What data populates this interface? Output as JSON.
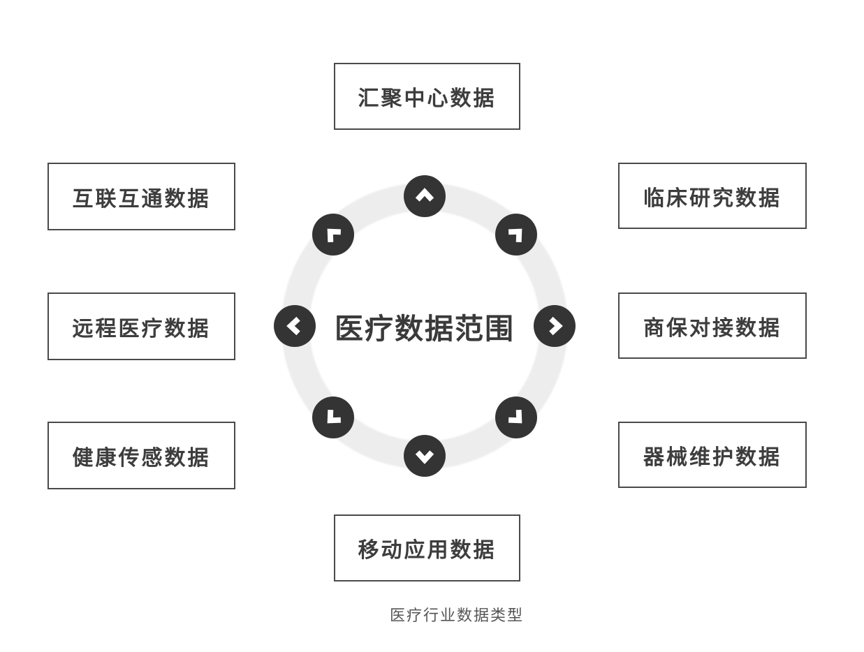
{
  "diagram": {
    "center_label": "医疗数据范围",
    "caption": "医疗行业数据类型",
    "nodes": [
      {
        "id": "top",
        "label": "汇聚中心数据",
        "icon": "chevron-up-icon"
      },
      {
        "id": "top-right",
        "label": "临床研究数据",
        "icon": "chevron-up-right-icon"
      },
      {
        "id": "right",
        "label": "商保对接数据",
        "icon": "chevron-right-icon"
      },
      {
        "id": "bottom-right",
        "label": "器械维护数据",
        "icon": "chevron-down-right-icon"
      },
      {
        "id": "bottom",
        "label": "移动应用数据",
        "icon": "chevron-down-icon"
      },
      {
        "id": "bottom-left",
        "label": "健康传感数据",
        "icon": "chevron-down-left-icon"
      },
      {
        "id": "left",
        "label": "远程医疗数据",
        "icon": "chevron-left-icon"
      },
      {
        "id": "top-left",
        "label": "互联互通数据",
        "icon": "chevron-up-left-icon"
      }
    ],
    "colors": {
      "background": "#ffffff",
      "box_border": "#4a4a4a",
      "box_text": "#3d3d3d",
      "ring": "#ededed",
      "badge": "#343434",
      "arrow": "#ffffff",
      "caption_text": "#555555"
    }
  }
}
